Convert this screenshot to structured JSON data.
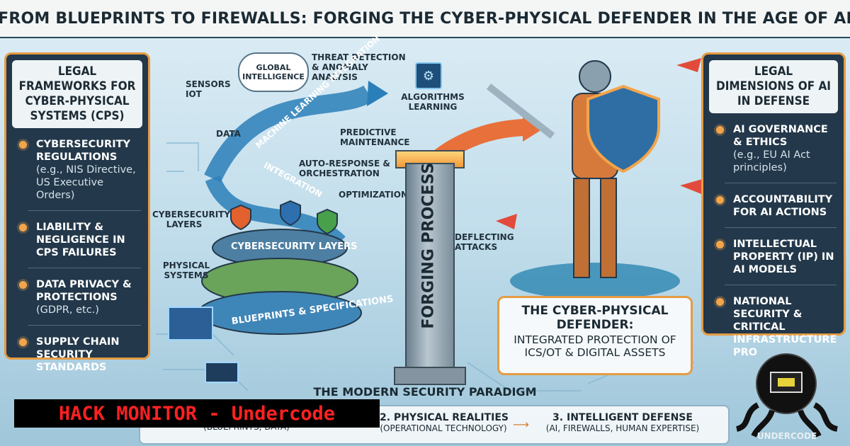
{
  "title": "FROM BLUEPRINTS TO FIREWALLS: FORGING THE CYBER-PHYSICAL DEFENDER IN THE AGE OF AI",
  "left_panel": {
    "heading": "LEGAL FRAMEWORKS FOR CYBER-PHYSICAL SYSTEMS (CPS)",
    "items": [
      {
        "title": "CYBERSECURITY REGULATIONS",
        "sub": "(e.g., NIS Directive, US Executive Orders)"
      },
      {
        "title": "LIABILITY & NEGLIGENCE IN CPS FAILURES",
        "sub": ""
      },
      {
        "title": "DATA PRIVACY & PROTECTIONS",
        "sub": "(GDPR, etc.)"
      },
      {
        "title": "SUPPLY CHAIN SECURITY STANDARDS",
        "sub": ""
      }
    ]
  },
  "right_panel": {
    "heading": "LEGAL DIMENSIONS OF AI IN DEFENSE",
    "items": [
      {
        "title": "AI GOVERNANCE & ETHICS",
        "sub": "(e.g., EU AI Act principles)"
      },
      {
        "title": "ACCOUNTABILITY FOR AI ACTIONS",
        "sub": ""
      },
      {
        "title": "INTELLECTUAL PROPERTY (IP) IN AI MODELS",
        "sub": ""
      },
      {
        "title": "NATIONAL SECURITY & CRITICAL INFRASTRUCTURE PRO",
        "sub": ""
      }
    ]
  },
  "diagram": {
    "global_intelligence": "GLOBAL INTELLIGENCE",
    "threat_detection": "THREAT DETECTION & ANOMALY ANALYSIS",
    "algorithms_learning": "ALGORITHMS LEARNING",
    "sensors_iot": "SENSORS IOT",
    "data": "DATA",
    "ml_integration": "MACHINE LEARNING INTEGRATION",
    "integration": "INTEGRATION",
    "predictive_maintenance": "PREDICTIVE MAINTENANCE",
    "auto_response": "AUTO-RESPONSE & ORCHESTRATION",
    "optimization": "OPTIMIZATION",
    "cybersecurity_layers_small": "CYBERSECURITY LAYERS",
    "cybersecurity_layers": "CYBERSECURITY LAYERS",
    "physical_systems": "PHYSICAL SYSTEMS",
    "blueprints": "BLUEPRINTS & SPECIFICATIONS",
    "forging_process": "FORGING PROCESS",
    "deflecting_attacks": "DEFLECTING ATTACKS"
  },
  "defender": {
    "title": "THE CYBER-PHYSICAL DEFENDER:",
    "sub": "INTEGRATED PROTECTION OF ICS/OT & DIGITAL ASSETS"
  },
  "paradigm": {
    "heading": "THE MODERN SECURITY PARADIGM",
    "steps": [
      {
        "title": "",
        "sub": "(BLUEPRINTS, DATA)"
      },
      {
        "title": "2. PHYSICAL REALITIES",
        "sub": "(OPERATIONAL TECHNOLOGY)"
      },
      {
        "title": "3. INTELLIGENT DEFENSE",
        "sub": "(AI, FIREWALLS, HUMAN EXPERTISE)"
      }
    ]
  },
  "banner": "HACK MONITOR - Undercode",
  "logo_text": "UNDERCODE",
  "colors": {
    "accent": "#e59b43",
    "panel": "#23384a",
    "banner_text": "#ff2121"
  }
}
